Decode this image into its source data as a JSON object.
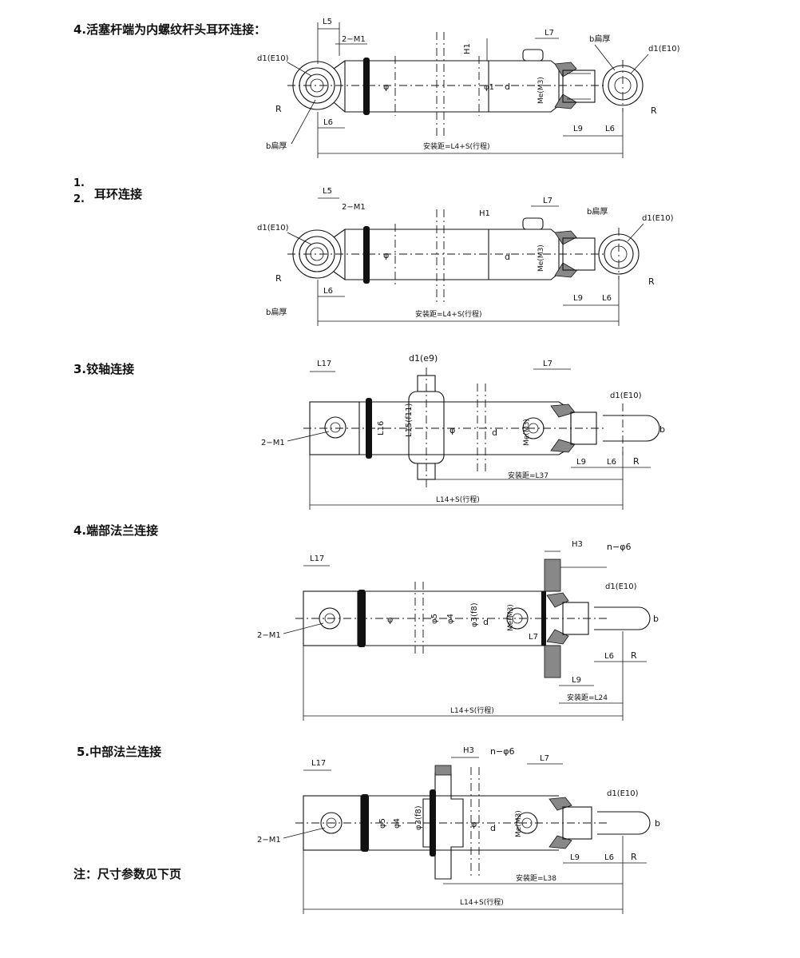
{
  "headings": {
    "s1": "4.活塞杆端为内螺纹杆头耳环连接：",
    "s2_num1": "1.",
    "s2_num2": "2.",
    "s2": "耳环连接",
    "s3": "3.铰轴连接",
    "s4": "4.端部法兰连接",
    "s5": "5.中部法兰连接"
  },
  "note": "注：尺寸参数见下页",
  "labels": {
    "L5": "L5",
    "M1": "2−M1",
    "H1": "H1",
    "L7": "L7",
    "b_thick": "b扁厚",
    "d1E10": "d1(E10)",
    "phi": "φ",
    "phi1": "φ1",
    "d": "d",
    "MeM3": "Me(M3)",
    "R": "R",
    "L6": "L6",
    "L9": "L9",
    "install_1": "安装距=L4+S(行程)",
    "install_2": "安装距=L4+S(行程)",
    "L17": "L17",
    "d1e9": "d1(e9)",
    "L16": "L16",
    "L15f11": "L15(f11)",
    "b": "b",
    "install_3": "安装距=L37",
    "stroke_3": "L14+S(行程)",
    "H3": "H3",
    "n_phi6": "n−φ6",
    "phi5": "φ5",
    "phi4": "φ4",
    "phi3f8": "φ3(f8)",
    "install_4": "安装距=L24",
    "stroke_4": "L14+S(行程)",
    "install_5": "安装距=L38",
    "stroke_5": "L14+S(行程)"
  }
}
